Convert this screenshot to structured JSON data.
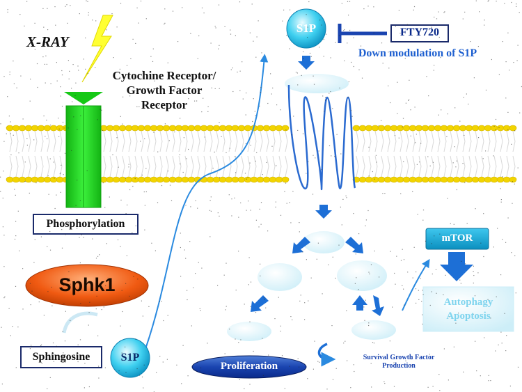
{
  "labels": {
    "xray": "X-RAY",
    "receptor_line1": "Cytochine Receptor/",
    "receptor_line2": "Growth Factor",
    "receptor_line3": "Receptor",
    "phosphorylation": "Phosphorylation",
    "sphk1": "Sphk1",
    "sphingosine": "Sphingosine",
    "s1p_bottom": "S1P",
    "s1p_top": "S1P",
    "fty720": "FTY720",
    "down_modulation": "Down modulation of S1P",
    "mtor": "mTOR",
    "autophagy_line1": "Autophagy",
    "autophagy_line2": "Apoptosis",
    "proliferation": "Proliferation",
    "survival_line1": "Survival Growth Factor",
    "survival_line2": "Production"
  },
  "colors": {
    "navy": "#0a2a8a",
    "blue_arrow": "#1d6fd6",
    "membrane": "#f2d400",
    "receptor_green": "#22dd22",
    "sphk1_orange": "#f05a12",
    "cyan": "#17b7e0",
    "faded_cyan": "#d8f3fb",
    "lightning": "#ffff33"
  },
  "icons": {
    "xray_bolt": "lightning-bolt-icon",
    "inhibition": "inhibition-bar-icon",
    "cycle": "curved-arrow-icon"
  }
}
